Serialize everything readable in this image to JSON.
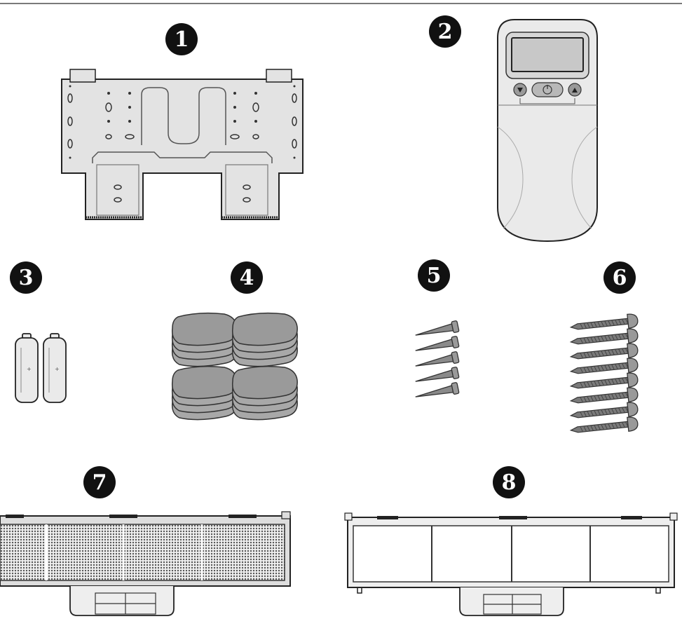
{
  "parts": [
    {
      "number": "1",
      "icon": "mounting-plate-icon"
    },
    {
      "number": "2",
      "icon": "remote-control-icon"
    },
    {
      "number": "3",
      "icon": "batteries-icon"
    },
    {
      "number": "4",
      "icon": "adhesive-pads-icon"
    },
    {
      "number": "5",
      "icon": "wall-anchors-icon"
    },
    {
      "number": "6",
      "icon": "screws-icon"
    },
    {
      "number": "7",
      "icon": "mesh-filter-icon"
    },
    {
      "number": "8",
      "icon": "filter-frame-icon"
    }
  ]
}
